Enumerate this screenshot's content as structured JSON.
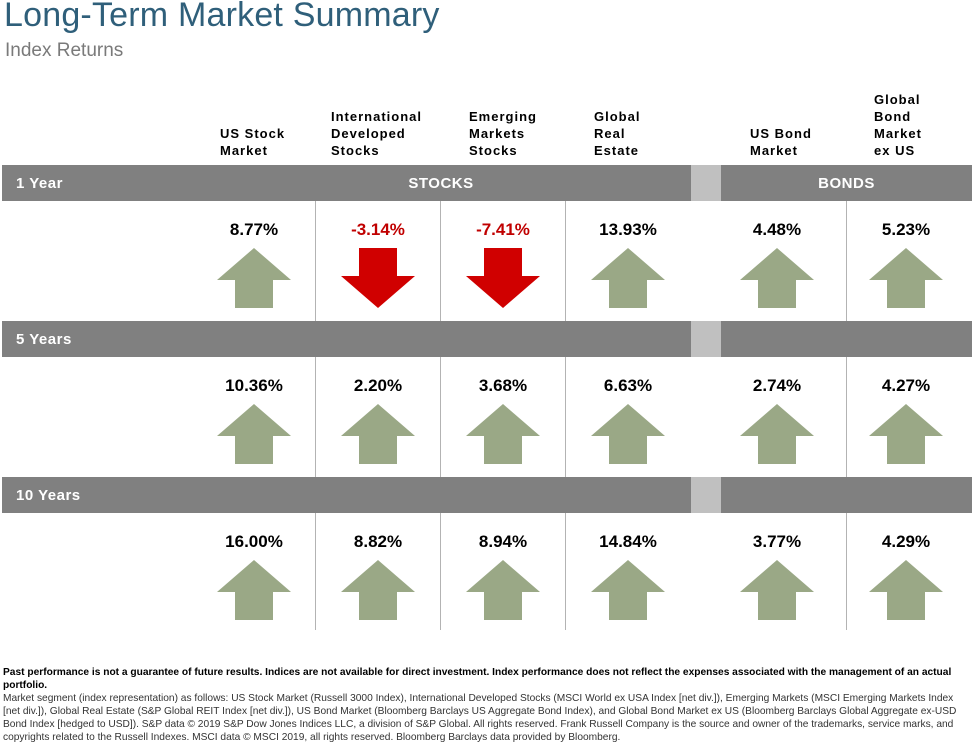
{
  "title": "Long-Term Market Summary",
  "subtitle": "Index Returns",
  "columns": [
    {
      "label": "US Stock\nMarket"
    },
    {
      "label": "International\nDeveloped\nStocks"
    },
    {
      "label": "Emerging\nMarkets\nStocks"
    },
    {
      "label": "Global\nReal\nEstate"
    },
    {
      "label": "US Bond\nMarket"
    },
    {
      "label": "Global\nBond\nMarket\nex US"
    }
  ],
  "groups": {
    "stocks": "STOCKS",
    "bonds": "BONDS"
  },
  "rows": [
    {
      "label": "1 Year",
      "values": [
        "8.77%",
        "-3.14%",
        "-7.41%",
        "13.93%",
        "4.48%",
        "5.23%"
      ],
      "direction": [
        "up",
        "down",
        "down",
        "up",
        "up",
        "up"
      ]
    },
    {
      "label": "5 Years",
      "values": [
        "10.36%",
        "2.20%",
        "3.68%",
        "6.63%",
        "2.74%",
        "4.27%"
      ],
      "direction": [
        "up",
        "up",
        "up",
        "up",
        "up",
        "up"
      ]
    },
    {
      "label": "10 Years",
      "values": [
        "16.00%",
        "8.82%",
        "8.94%",
        "14.84%",
        "3.77%",
        "4.29%"
      ],
      "direction": [
        "up",
        "up",
        "up",
        "up",
        "up",
        "up"
      ]
    }
  ],
  "colors": {
    "up_arrow": "#9aa886",
    "down_arrow": "#d00000",
    "band": "#808080",
    "title": "#2f5f7a"
  },
  "footer": {
    "bold": "Past performance is not a guarantee of future results. Indices are not available for direct investment. Index performance does not reflect the expenses associated with the management of an actual portfolio.",
    "text": "Market segment (index representation) as follows: US Stock Market (Russell 3000 Index), International Developed Stocks (MSCI World ex USA Index [net div.]), Emerging Markets (MSCI Emerging Markets Index [net div.]), Global Real Estate (S&P Global REIT Index [net div.]), US Bond Market (Bloomberg Barclays US Aggregate Bond Index), and Global Bond Market ex US (Bloomberg Barclays Global Aggregate ex-USD Bond Index [hedged to USD]). S&P data © 2019 S&P Dow Jones Indices LLC, a division of S&P Global. All rights reserved. Frank Russell Company is the source and owner of the trademarks, service marks, and copyrights related to the Russell Indexes. MSCI data © MSCI 2019, all rights reserved. Bloomberg Barclays data provided by Bloomberg."
  }
}
